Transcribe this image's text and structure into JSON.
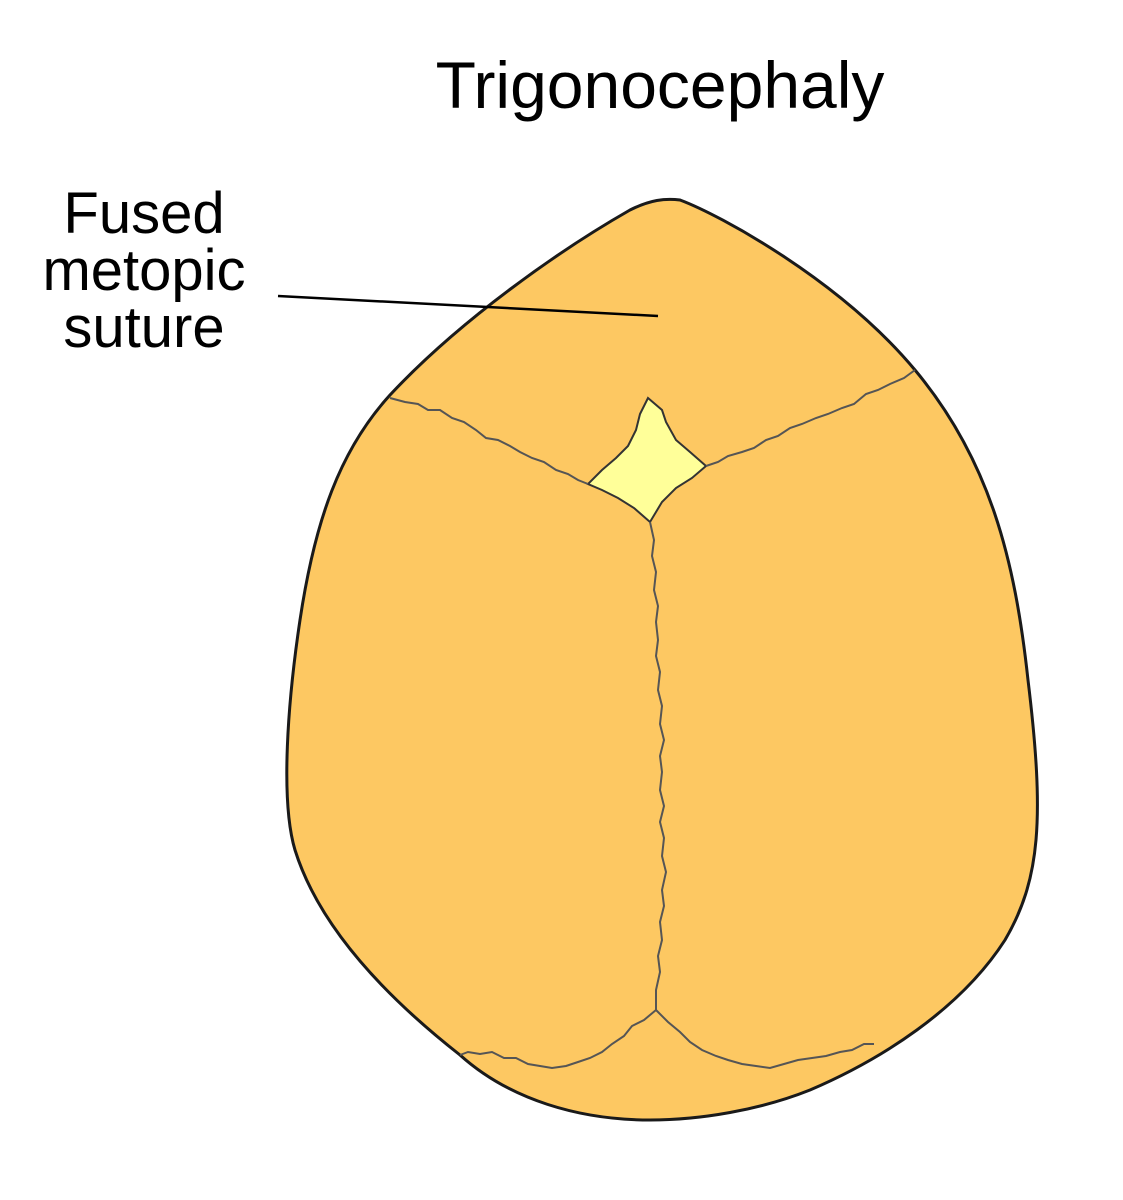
{
  "title": "Trigonocephaly",
  "annotation": {
    "lines": [
      "Fused",
      "metopic",
      "suture"
    ]
  },
  "colors": {
    "bone": "#fdc862",
    "fontanelle": "#ffff99",
    "outline": "#1a1a1a",
    "suture": "#555555",
    "text": "#000000"
  }
}
